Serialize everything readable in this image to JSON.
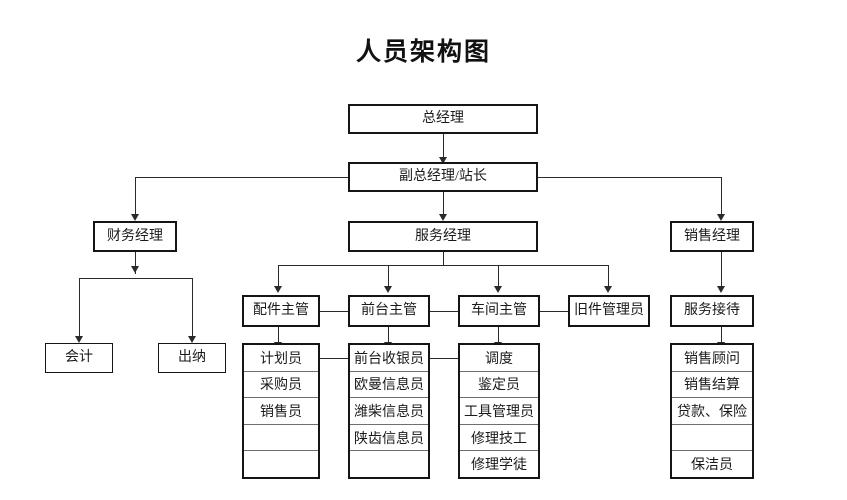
{
  "title": "人员架构图",
  "nodes": {
    "general_manager": "总经理",
    "deputy_manager": "副总经理/站长",
    "finance_manager": "财务经理",
    "service_manager": "服务经理",
    "sales_manager": "销售经理",
    "accountant": "会计",
    "cashier": "出纳",
    "parts_supervisor": "配件主管",
    "frontdesk_supervisor": "前台主管",
    "workshop_supervisor": "车间主管",
    "oldparts_keeper": "旧件管理员",
    "service_reception": "服务接待"
  },
  "columns": {
    "parts": [
      "计划员",
      "采购员",
      "销售员",
      "",
      ""
    ],
    "frontdesk": [
      "前台收银员",
      "欧曼信息员",
      "潍柴信息员",
      "陕齿信息员",
      ""
    ],
    "workshop": [
      "调度",
      "鉴定员",
      "工具管理员",
      "修理技工",
      "修理学徒"
    ],
    "sales": [
      "销售顾问",
      "销售结算",
      "贷款、保险",
      "",
      "保洁员"
    ]
  },
  "colors": {
    "box_border": "#151515",
    "cell_divider": "#6f6f6f",
    "connector": "#2a2a2a",
    "text": "#1a1a1a",
    "background": "#ffffff"
  }
}
